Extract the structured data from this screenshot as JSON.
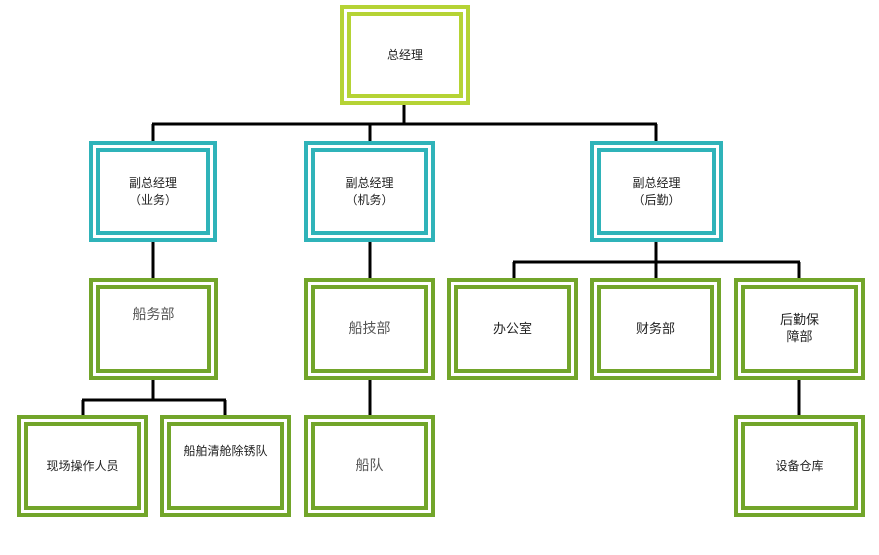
{
  "org_chart": {
    "ceo": "总经理",
    "vp_business": "副总经理\n（业务）",
    "vp_engineering": "副总经理\n（机务）",
    "vp_logistics": "副总经理\n（后勤）",
    "dept_ship_affairs": "船务部",
    "dept_ship_tech": "船技部",
    "dept_office": "办公室",
    "dept_finance": "财务部",
    "dept_logistics": "后勤保\n障部",
    "unit_field_ops": "现场操作人员",
    "unit_rust_removal": "船舶清舱除锈队",
    "unit_fleet": "船队",
    "unit_equipment_warehouse": "设备仓库"
  },
  "colors": {
    "top_border": "#b5d335",
    "vp_border": "#2fb3b9",
    "dept_border": "#72a52a",
    "line": "#000000"
  }
}
